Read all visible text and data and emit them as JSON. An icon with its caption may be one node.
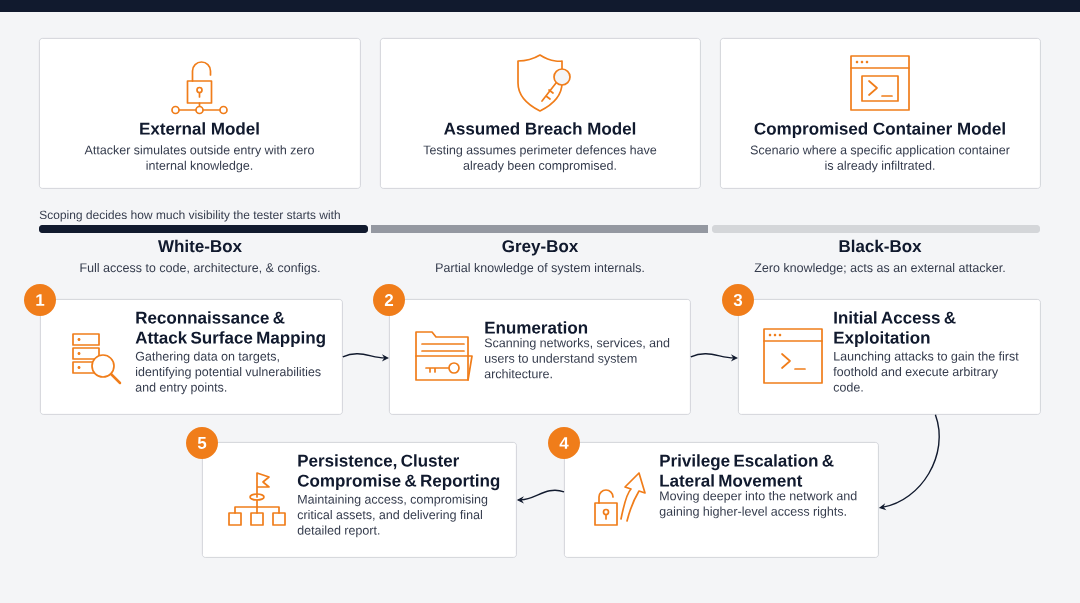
{
  "diagram": {
    "nodes": [
      {
        "text": [
          "External Model",
          "Attacker simulates outside entry with zero internal knowledge."
        ]
      },
      {
        "text": [
          "Assumed Breach Model",
          "Testing assumes perimeter defences have already been compromised."
        ]
      },
      {
        "text": [
          "Compromised Container Model",
          "Scenario where a specific application container is already infiltrated."
        ]
      },
      {
        "text": [
          "Reconnaissance & Attack Surface Mapping",
          "Gathering data on targets, identifying potential vulnerabilities and entry points."
        ],
        "beside": [
          "1"
        ]
      },
      {
        "text": [
          "Enumeration",
          "Scanning networks, services, and users to understand system architecture."
        ],
        "beside": [
          "2"
        ]
      },
      {
        "text": [
          "Initial Access & Exploitation",
          "Launching attacks to gain the first foothold and execute arbitrary code."
        ],
        "beside": [
          "3"
        ]
      },
      {
        "text": [
          "Persistence, Cluster Compromise & Reporting",
          "Maintaining access, compromising critical assets, and delivering final detailed report."
        ],
        "beside": [
          "5"
        ]
      },
      {
        "text": [
          "Privilege Escalation & Lateral Movement",
          "Moving deeper into the network and gaining higher-level access rights."
        ],
        "beside": [
          "4"
        ]
      }
    ],
    "edges": [
      {
        "from": 3,
        "to": 4,
        "arrow": "to"
      },
      {
        "from": 4,
        "to": 5,
        "arrow": "to"
      },
      {
        "from": 5,
        "to": 7,
        "arrow": "to"
      },
      {
        "from": 7,
        "to": 6,
        "arrow": "to"
      }
    ],
    "labels": [
      "Scoping decides how much visibility the tester starts with",
      "White-Box",
      "Full access to code, architecture, & configs.",
      "Grey-Box",
      "Partial knowledge of system internals.",
      "Black-Box",
      "Zero knowledge; acts as an external attacker."
    ]
  }
}
